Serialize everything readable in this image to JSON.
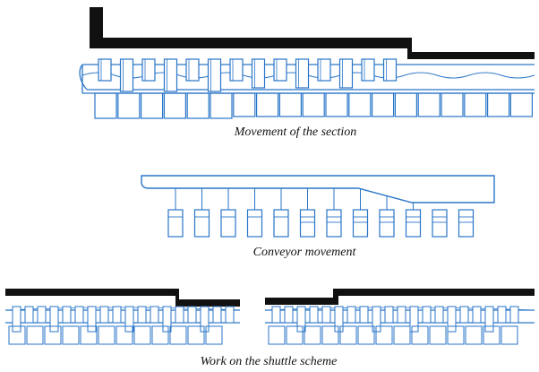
{
  "captions": {
    "section_movement": "Movement of the section",
    "conveyor_movement": "Conveyor movement",
    "shuttle_scheme": "Work on the shuttle scheme"
  },
  "colors": {
    "line": "#2a76c8",
    "roof": "#111111",
    "background": "#ffffff"
  }
}
